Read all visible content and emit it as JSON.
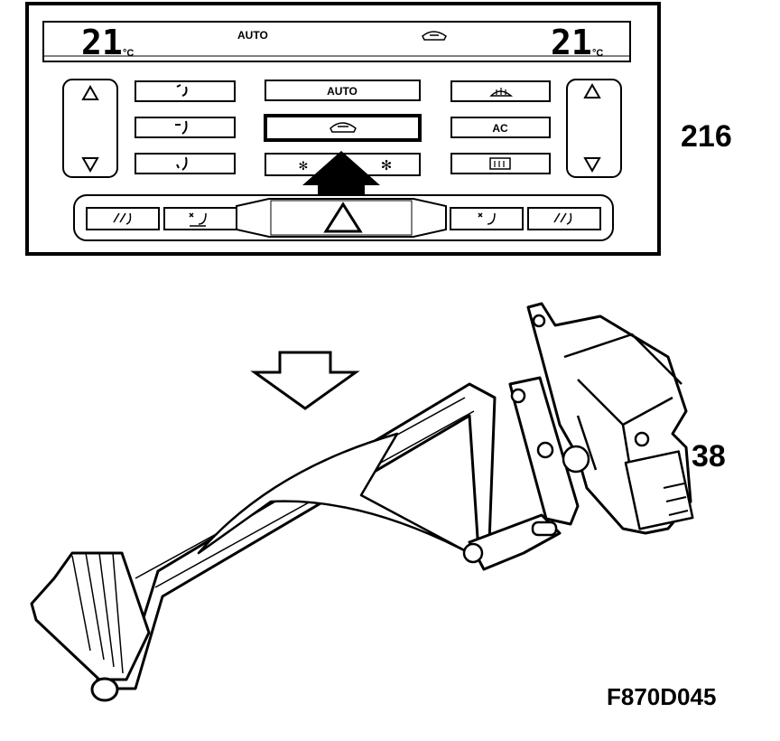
{
  "panel": {
    "callout": "216",
    "display": {
      "temp_left": "21",
      "temp_right": "21",
      "unit": "°C",
      "mode": "AUTO"
    },
    "buttons": {
      "auto": "AUTO",
      "ac": "AC"
    }
  },
  "actuator": {
    "callout": "38"
  },
  "figure_code": "F870D045",
  "icons": [
    "up-triangle-icon",
    "down-triangle-icon",
    "recirculation-icon",
    "fan-icon",
    "defrost-icon",
    "rear-defrost-icon",
    "seat-heat-icon",
    "seat-cool-icon",
    "hazard-triangle-icon",
    "press-arrow-icon",
    "direction-arrow-icon"
  ]
}
